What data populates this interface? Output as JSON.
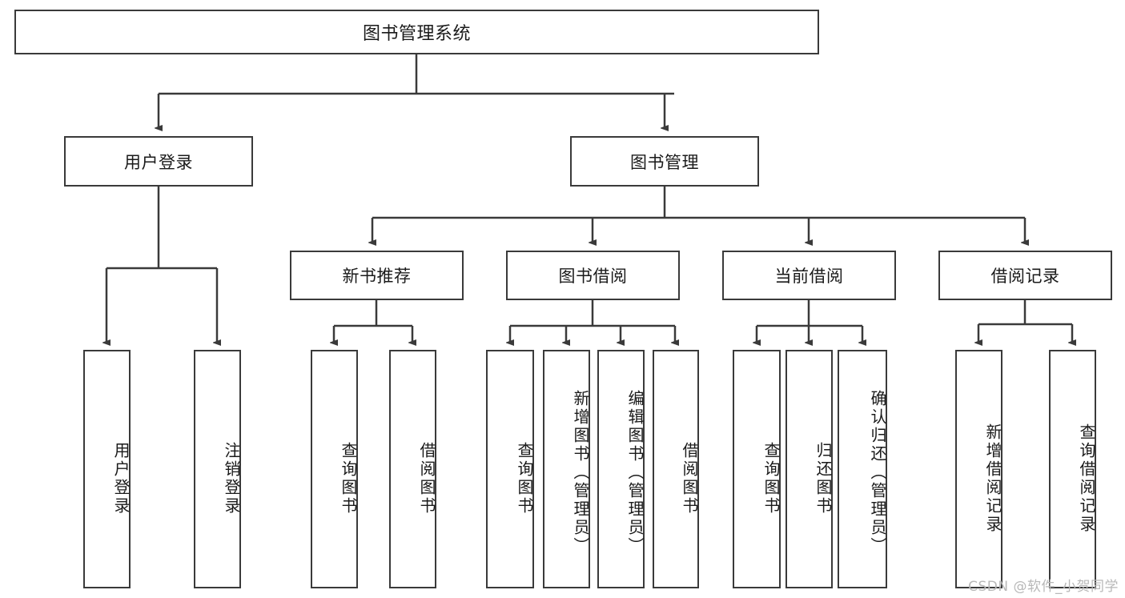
{
  "diagram": {
    "title": "图书管理系统",
    "type": "tree-hierarchy-chart",
    "watermark": "CSDN @软件_小贺同学",
    "colors": {
      "border": "#3a3a3a",
      "background": "#ffffff",
      "text": "#1a1a1a",
      "watermark": "#b8b8b8"
    },
    "root": {
      "label": "图书管理系统"
    },
    "level1": [
      {
        "id": "user-login",
        "label": "用户登录"
      },
      {
        "id": "book-manage",
        "label": "图书管理"
      }
    ],
    "level2": [
      {
        "id": "new-book-recommend",
        "label": "新书推荐",
        "parent": "book-manage"
      },
      {
        "id": "book-borrow",
        "label": "图书借阅",
        "parent": "book-manage"
      },
      {
        "id": "current-borrow",
        "label": "当前借阅",
        "parent": "book-manage"
      },
      {
        "id": "borrow-record",
        "label": "借阅记录",
        "parent": "book-manage"
      }
    ],
    "leaves": {
      "user_login": [
        {
          "id": "leaf-user-login",
          "label": "用户登录"
        },
        {
          "id": "leaf-logout-login",
          "label": "注销登录"
        }
      ],
      "new_book_recommend": [
        {
          "id": "leaf-query-book-1",
          "label": "查询图书"
        },
        {
          "id": "leaf-borrow-book-1",
          "label": "借阅图书"
        }
      ],
      "book_borrow": [
        {
          "id": "leaf-query-book-2",
          "label": "查询图书"
        },
        {
          "id": "leaf-add-book",
          "label": "新增图书（管理员）"
        },
        {
          "id": "leaf-edit-book",
          "label": "编辑图书（管理员）"
        },
        {
          "id": "leaf-borrow-book-2",
          "label": "借阅图书"
        }
      ],
      "current_borrow": [
        {
          "id": "leaf-query-book-3",
          "label": "查询图书"
        },
        {
          "id": "leaf-return-book",
          "label": "归还图书"
        },
        {
          "id": "leaf-confirm-return",
          "label": "确认归还（管理员）"
        }
      ],
      "borrow_record": [
        {
          "id": "leaf-add-record",
          "label": "新增借阅记录"
        },
        {
          "id": "leaf-query-record",
          "label": "查询借阅记录"
        }
      ]
    }
  }
}
